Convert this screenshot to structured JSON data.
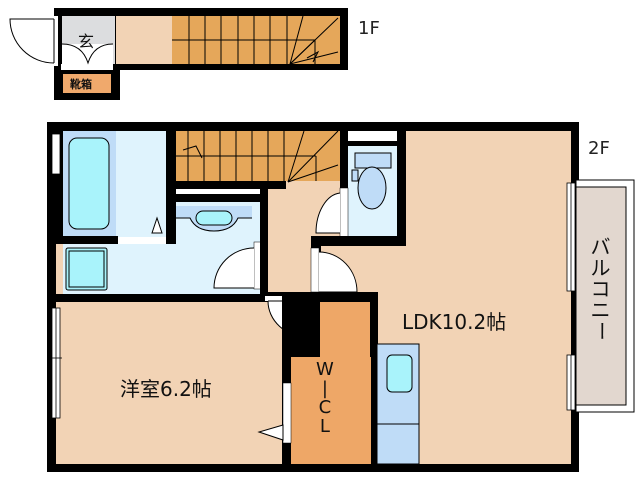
{
  "floors": {
    "first": {
      "label": "1F"
    },
    "second": {
      "label": "2F"
    }
  },
  "rooms": {
    "entrance": {
      "label": "玄"
    },
    "shoe_box": {
      "label": "靴箱"
    },
    "western_room": {
      "label": "洋室6.2帖"
    },
    "ldk": {
      "label": "LDK10.2帖"
    },
    "wic": {
      "letters": [
        "W",
        "|",
        "C",
        "L"
      ]
    },
    "balcony": {
      "letters": [
        "バ",
        "ル",
        "コ",
        "ニ",
        "ー"
      ]
    }
  },
  "colors": {
    "wall": "#000000",
    "floor_wood": "#f2d3b5",
    "stairs": "#e5a75a",
    "wet_area": "#dff3fd",
    "fixture_blue": "#bfdcf7",
    "fixture_cyan": "#a9f3fb",
    "entrance_tile": "#dcdddf",
    "closet": "#eea767",
    "balcony": "#e2d7cf"
  }
}
